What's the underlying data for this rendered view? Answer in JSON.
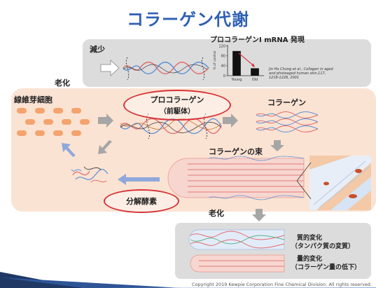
{
  "slide": {
    "title": "コラーゲン代謝",
    "top_panel": {
      "decrease_label": "減少",
      "chart_title": "プロコラーゲンI mRNA 発現",
      "citation_lines": [
        "Jin Ho Chung et al., Collagen in aged",
        "and photoaged human skin,117,",
        "1218-1226, 2001"
      ]
    },
    "aging_top_label": "老化",
    "fibroblast_label": "線維芽細胞",
    "procollagen_label": "プロコラーゲン",
    "precursor_label": "（前駆体）",
    "collagen_label": "コラーゲン",
    "bundle_label": "コラーゲンの束",
    "enzyme_label": "分解酵素",
    "aging_bottom_label": "老化",
    "qualitative_label": "質的変化",
    "qualitative_sub": "（タンパク質の変質）",
    "quantitative_label": "量的変化",
    "quantitative_sub": "（コラーゲン量の低下）",
    "copyright": "Copyright 2019 Kewpie Corporation Fine Chemical Division.  All rights reserved."
  },
  "colors": {
    "title": "#2e5fb4",
    "panel_peach": "#fbe3d3",
    "panel_gray": "#dcdcdc",
    "oval_red": "#d6343a",
    "arrow_gray": "#a6a6a6",
    "arrow_blue": "#8fa8dc",
    "cell_orange": "#f4a36e",
    "footer_navy": "#1f3864"
  },
  "chart_data": {
    "type": "bar",
    "categories": [
      "Young",
      "Old"
    ],
    "values": [
      100,
      30
    ],
    "ylabel": "% of control",
    "ylim": [
      0,
      125
    ],
    "yticks": [
      0,
      40,
      80,
      120
    ]
  }
}
